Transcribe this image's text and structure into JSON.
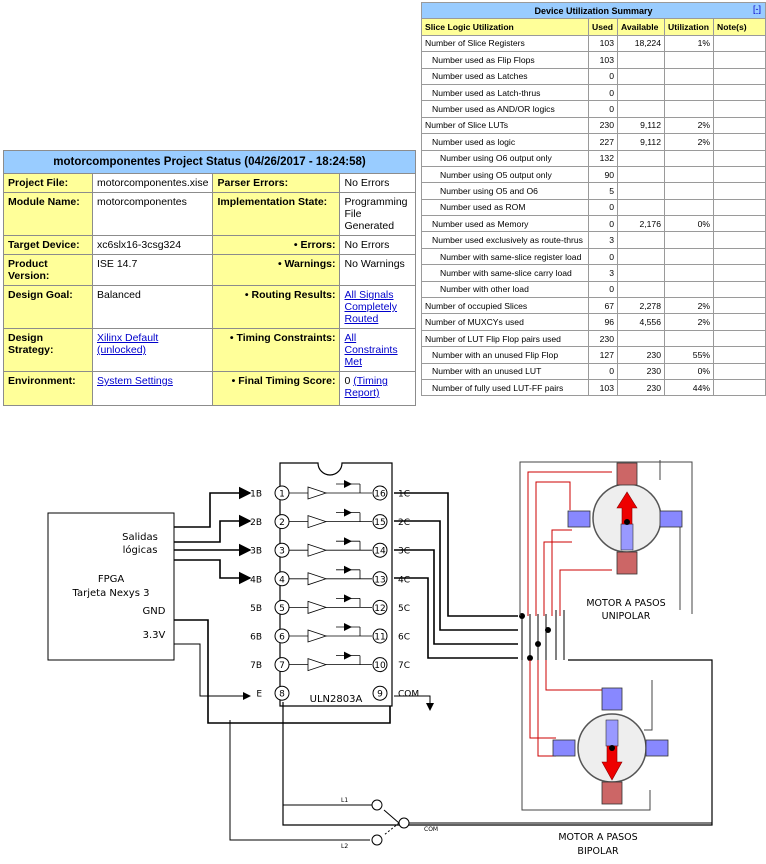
{
  "project_status": {
    "title": "motorcomponentes Project Status (04/26/2017 - 18:24:58)",
    "rows": [
      {
        "l1": "Project File:",
        "v1": "motorcomponentes.xise",
        "l2": "Parser Errors:",
        "v2": "No Errors"
      },
      {
        "l1": "Module Name:",
        "v1": "motorcomponentes",
        "l2": "Implementation State:",
        "v2": "Programming File Generated"
      },
      {
        "l1": "Target Device:",
        "v1": "xc6slx16-3csg324",
        "l2": "• Errors:",
        "v2": "No Errors"
      },
      {
        "l1": "Product Version:",
        "v1": "ISE 14.7",
        "l2": "• Warnings:",
        "v2": "No Warnings"
      },
      {
        "l1": "Design Goal:",
        "v1": "Balanced",
        "l2": "• Routing Results:",
        "v2": "All Signals Completely Routed"
      },
      {
        "l1": "Design Strategy:",
        "v1": "Xilinx Default (unlocked)",
        "l2": "• Timing Constraints:",
        "v2": "All Constraints Met"
      },
      {
        "l1": "Environment:",
        "v1": "System Settings",
        "l2": "• Final Timing Score:",
        "v2a": "0 ",
        "v2b": "(Timing Report)"
      }
    ]
  },
  "utilization": {
    "title": "Device Utilization Summary",
    "collapse": "[-]",
    "headers": [
      "Slice Logic Utilization",
      "Used",
      "Available",
      "Utilization",
      "Note(s)"
    ],
    "rows": [
      {
        "name": "Number of Slice Registers",
        "used": "103",
        "avail": "18,224",
        "util": "1%",
        "indent": 0
      },
      {
        "name": "Number used as Flip Flops",
        "used": "103",
        "avail": "",
        "util": "",
        "indent": 1
      },
      {
        "name": "Number used as Latches",
        "used": "0",
        "avail": "",
        "util": "",
        "indent": 1
      },
      {
        "name": "Number used as Latch-thrus",
        "used": "0",
        "avail": "",
        "util": "",
        "indent": 1
      },
      {
        "name": "Number used as AND/OR logics",
        "used": "0",
        "avail": "",
        "util": "",
        "indent": 1
      },
      {
        "name": "Number of Slice LUTs",
        "used": "230",
        "avail": "9,112",
        "util": "2%",
        "indent": 0
      },
      {
        "name": "Number used as logic",
        "used": "227",
        "avail": "9,112",
        "util": "2%",
        "indent": 1
      },
      {
        "name": "Number using O6 output only",
        "used": "132",
        "avail": "",
        "util": "",
        "indent": 2
      },
      {
        "name": "Number using O5 output only",
        "used": "90",
        "avail": "",
        "util": "",
        "indent": 2
      },
      {
        "name": "Number using O5 and O6",
        "used": "5",
        "avail": "",
        "util": "",
        "indent": 2
      },
      {
        "name": "Number used as ROM",
        "used": "0",
        "avail": "",
        "util": "",
        "indent": 2
      },
      {
        "name": "Number used as Memory",
        "used": "0",
        "avail": "2,176",
        "util": "0%",
        "indent": 1
      },
      {
        "name": "Number used exclusively as route-thrus",
        "used": "3",
        "avail": "",
        "util": "",
        "indent": 1
      },
      {
        "name": "Number with same-slice register load",
        "used": "0",
        "avail": "",
        "util": "",
        "indent": 2
      },
      {
        "name": "Number with same-slice carry load",
        "used": "3",
        "avail": "",
        "util": "",
        "indent": 2
      },
      {
        "name": "Number with other load",
        "used": "0",
        "avail": "",
        "util": "",
        "indent": 2
      },
      {
        "name": "Number of occupied Slices",
        "used": "67",
        "avail": "2,278",
        "util": "2%",
        "indent": 0
      },
      {
        "name": "Number of MUXCYs used",
        "used": "96",
        "avail": "4,556",
        "util": "2%",
        "indent": 0
      },
      {
        "name": "Number of LUT Flip Flop pairs used",
        "used": "230",
        "avail": "",
        "util": "",
        "indent": 0
      },
      {
        "name": "Number with an unused Flip Flop",
        "used": "127",
        "avail": "230",
        "util": "55%",
        "indent": 1
      },
      {
        "name": "Number with an unused LUT",
        "used": "0",
        "avail": "230",
        "util": "0%",
        "indent": 1
      },
      {
        "name": "Number of fully used LUT-FF pairs",
        "used": "103",
        "avail": "230",
        "util": "44%",
        "indent": 1
      }
    ]
  },
  "schematic": {
    "fpga": {
      "outputs_label": "Salidas\nlógicas",
      "name": "FPGA",
      "board": "Tarjeta Nexys 3",
      "gnd": "GND",
      "vcc": "3.3V"
    },
    "chip": {
      "name": "ULN2803A",
      "left_pins": [
        {
          "n": "1",
          "l": "1B"
        },
        {
          "n": "2",
          "l": "2B"
        },
        {
          "n": "3",
          "l": "3B"
        },
        {
          "n": "4",
          "l": "4B"
        },
        {
          "n": "5",
          "l": "5B"
        },
        {
          "n": "6",
          "l": "6B"
        },
        {
          "n": "7",
          "l": "7B"
        },
        {
          "n": "8",
          "l": "E"
        }
      ],
      "right_pins": [
        {
          "n": "16",
          "l": "1C"
        },
        {
          "n": "15",
          "l": "2C"
        },
        {
          "n": "14",
          "l": "3C"
        },
        {
          "n": "13",
          "l": "4C"
        },
        {
          "n": "12",
          "l": "5C"
        },
        {
          "n": "11",
          "l": "6C"
        },
        {
          "n": "10",
          "l": "7C"
        },
        {
          "n": "9",
          "l": "COM"
        }
      ]
    },
    "motor_unipolar": "MOTOR A PASOS\nUNIPOLAR",
    "motor_bipolar": "MOTOR A PASOS\nBIPOLAR",
    "switch": {
      "l1": "L1",
      "l2": "L2",
      "com": "COM"
    }
  }
}
